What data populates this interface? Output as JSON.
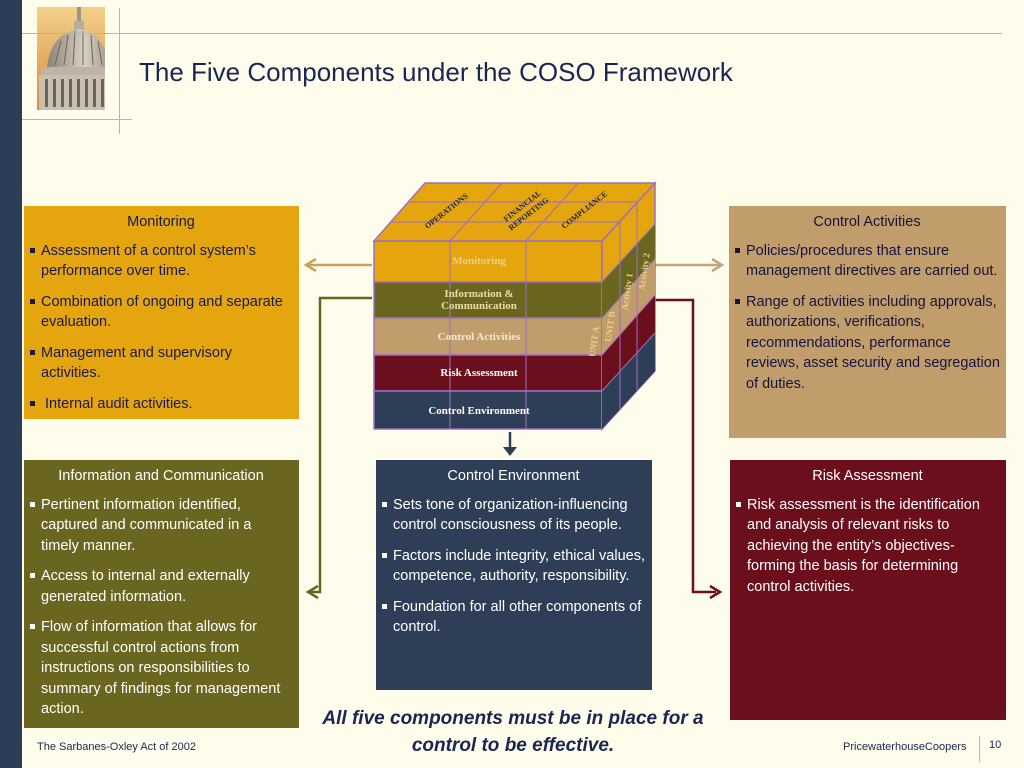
{
  "title": "The Five Components under the COSO Framework",
  "cube": {
    "top_labels": [
      "OPERATIONS",
      "FINANCIAL\nREPORTING",
      "COMPLIANCE"
    ],
    "layers": [
      "Monitoring",
      "Information &\nCommunication",
      "Control Activities",
      "Risk Assessment",
      "Control Environment"
    ],
    "side_labels": [
      "UNIT A",
      "UNIT B",
      "Activity 1",
      "Activity 2"
    ]
  },
  "boxes": {
    "monitoring": {
      "title": "Monitoring",
      "items": [
        "Assessment of a control system’s performance over time.",
        "Combination of ongoing and separate evaluation.",
        "Management and supervisory activities.",
        " Internal audit activities."
      ]
    },
    "control_activities": {
      "title": "Control Activities",
      "items": [
        "Policies/procedures that ensure management directives are carried out.",
        "Range of activities including approvals, authorizations, verifications, recommendations, performance reviews, asset security and segregation of duties."
      ]
    },
    "information": {
      "title": "Information and Communication",
      "items": [
        "Pertinent information identified, captured and communicated in a timely manner.",
        "Access to internal and externally generated information.",
        "Flow of information that allows for successful control actions from instructions on responsibilities to summary of findings for management action."
      ]
    },
    "control_environment": {
      "title": "Control Environment",
      "items": [
        "Sets tone of organization-influencing control consciousness of its people.",
        "Factors include integrity, ethical values, competence, authority, responsibility.",
        "Foundation for all other components of control."
      ]
    },
    "risk_assessment": {
      "title": "Risk Assessment",
      "items": [
        "Risk assessment is the identification and analysis of relevant risks to achieving the entity’s objectives-forming the basis for determining control activities."
      ]
    }
  },
  "tagline": "All five components must be in place for a control to be effective.",
  "footer": {
    "left": "The Sarbanes-Oxley Act of 2002",
    "right": "PricewaterhouseCoopers",
    "page": "10"
  },
  "colors": {
    "monitoring": "#e5a50e",
    "information": "#6a6620",
    "control_activities": "#c29d6c",
    "risk_assessment": "#6c0f1c",
    "control_environment": "#2f3e57",
    "title": "#1a2652"
  },
  "icons": [
    "capitol-dome-icon"
  ]
}
